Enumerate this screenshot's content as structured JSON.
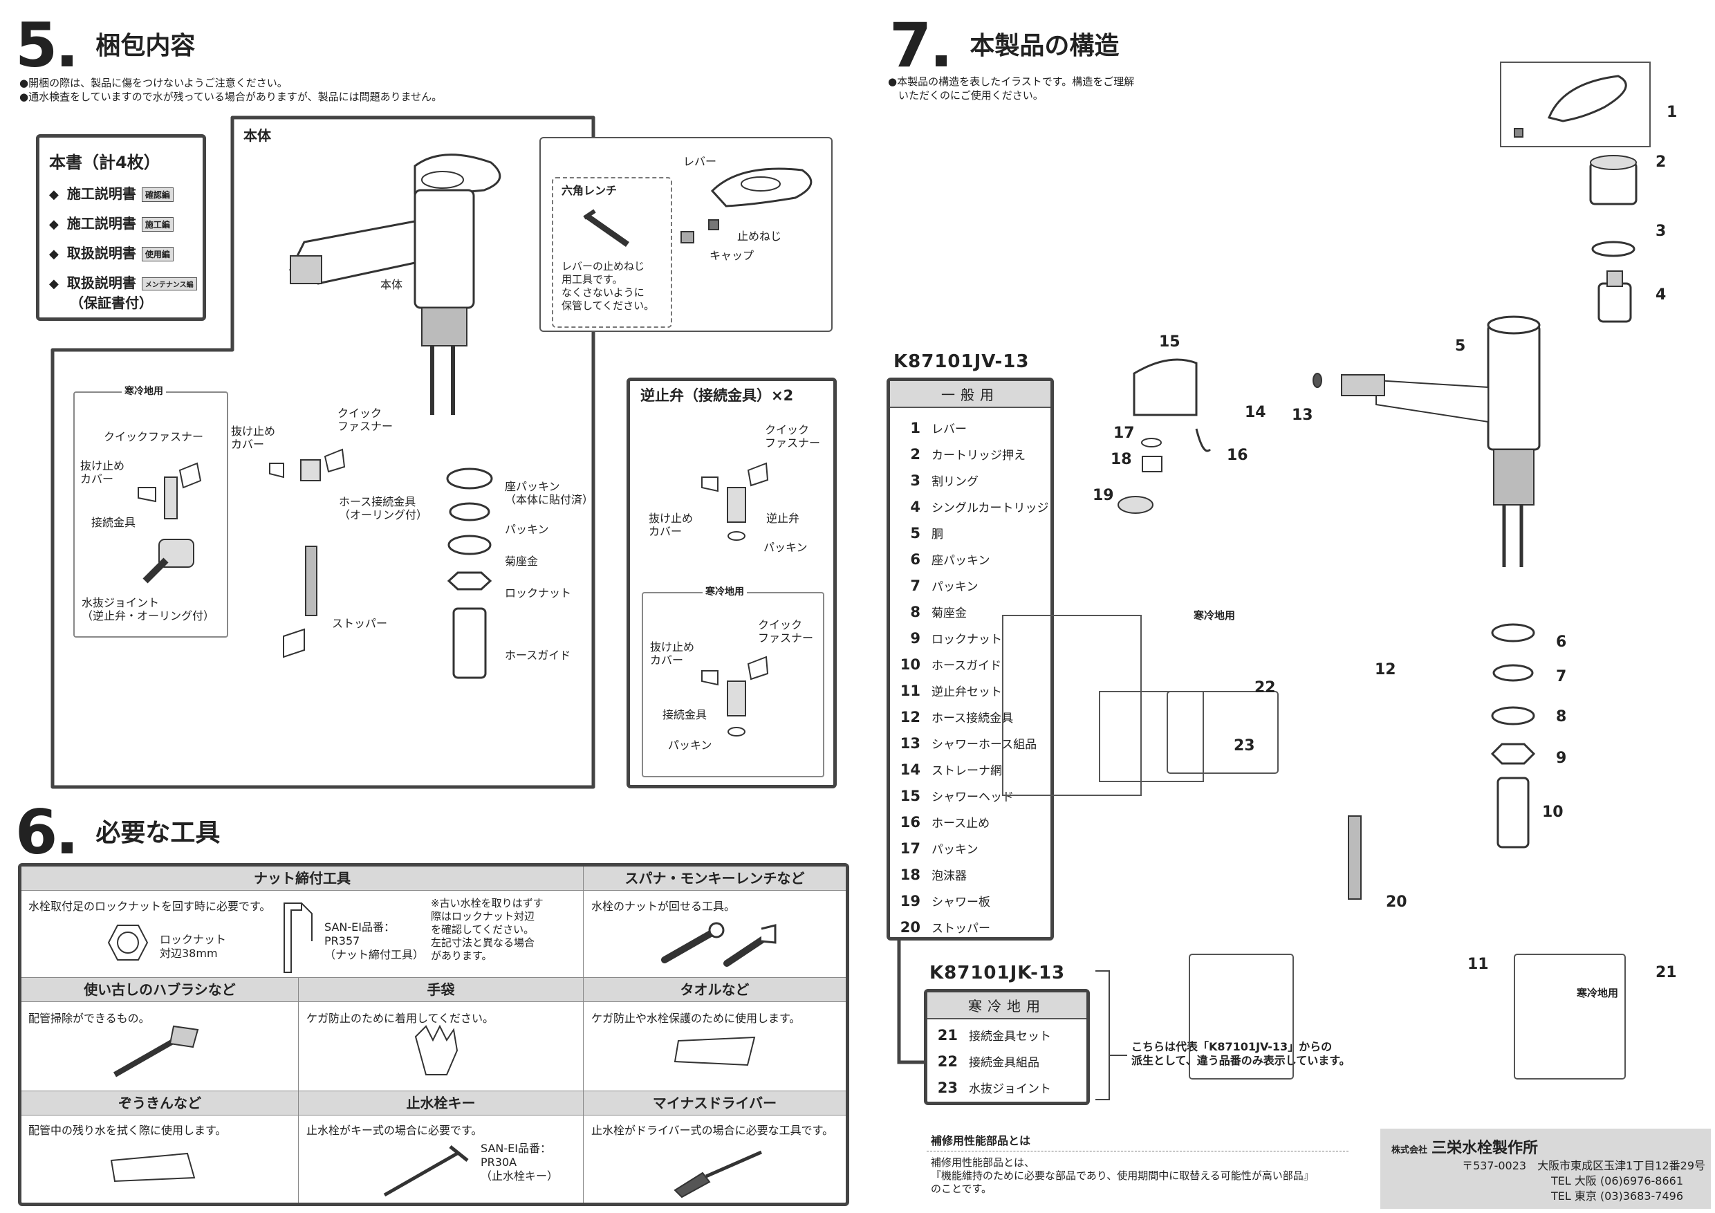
{
  "sec5": {
    "num": "5",
    "title": "梱包内容",
    "notes": [
      "●開梱の際は、製品に傷をつけないようご注意ください。",
      "●通水検査をしていますので水が残っている場合がありますが、製品には問題ありません。"
    ],
    "docs": {
      "title": "本書（計4枚）",
      "items": [
        {
          "label": "施工説明書",
          "tag": "確認編"
        },
        {
          "label": "施工説明書",
          "tag": "施工編"
        },
        {
          "label": "取扱説明書",
          "tag": "使用編"
        },
        {
          "label": "取扱説明書",
          "tag": "メンテナンス編"
        }
      ],
      "warranty": "（保証書付）",
      "bullet": "◆"
    },
    "main_label": "本体",
    "body_label": "本体",
    "lever_label": "レバー",
    "wrench_title": "六角レンチ",
    "wrench_note": [
      "レバーの止めねじ",
      "用工具です。",
      "なくさないように",
      "保管してください。"
    ],
    "set_screw": "止めねじ",
    "cap": "キャップ",
    "cold_label": "寒冷地用",
    "quick_fastener": "クイックファスナー",
    "quick_fastener2": [
      "クイック",
      "ファスナー"
    ],
    "stop_cover": [
      "抜け止め",
      "カバー"
    ],
    "connector": "接続金具",
    "drain_joint": [
      "水抜ジョイント",
      "（逆止弁・オーリング付）"
    ],
    "hose_fitting": [
      "ホース接続金具",
      "（オーリング付）"
    ],
    "stopper": "ストッパー",
    "seat_packing": [
      "座パッキン",
      "（本体に貼付済）"
    ],
    "packing": "パッキン",
    "washer": "菊座金",
    "locknut": "ロックナット",
    "hose_guide": "ホースガイド",
    "check_valve": {
      "title": "逆止弁（接続金具）×2",
      "quick": [
        "クイック",
        "ファスナー"
      ],
      "cover": [
        "抜け止め",
        "カバー"
      ],
      "valve": "逆止弁",
      "packing": "パッキン",
      "cold": "寒冷地用",
      "connector": "接続金具"
    }
  },
  "sec6": {
    "num": "6",
    "title": "必要な工具",
    "cells": [
      {
        "head": "ナット締付工具",
        "desc": "水栓取付足のロックナットを回す時に必要です。"
      },
      {
        "head": "スパナ・モンキーレンチなど",
        "desc": "水栓のナットが回せる工具。"
      },
      {
        "head": "使い古しのハブラシなど",
        "desc": "配管掃除ができるもの。"
      },
      {
        "head": "手袋",
        "desc": "ケガ防止のために着用してください。"
      },
      {
        "head": "タオルなど",
        "desc": "ケガ防止や水栓保護のために使用します。"
      },
      {
        "head": "ぞうきんなど",
        "desc": "配管中の残り水を拭く際に使用します。"
      },
      {
        "head": "止水栓キー",
        "desc": "止水栓がキー式の場合に必要です。"
      },
      {
        "head": "マイナスドライバー",
        "desc": "止水栓がドライバー式の場合に必要な工具です。"
      }
    ],
    "locknut": [
      "ロックナット",
      "対辺38mm"
    ],
    "sanei1": [
      "SAN-EI品番：",
      "PR357",
      "（ナット締付工具）"
    ],
    "old_note": [
      "※古い水栓を取りはずす",
      "際はロックナット対辺",
      "を確認してください。",
      "左記寸法と異なる場合",
      "があります。"
    ],
    "sanei2": [
      "SAN-EI品番：",
      "PR30A",
      "（止水栓キー）"
    ]
  },
  "sec7": {
    "num": "7",
    "title": "本製品の構造",
    "notes": [
      "●本製品の構造を表したイラストです。構造をご理解",
      "　いただくのにご使用ください。"
    ],
    "model1": "K87101JV-13",
    "list1_head": "一般用",
    "list1": [
      {
        "n": "1",
        "name": "レバー"
      },
      {
        "n": "2",
        "name": "カートリッジ押え"
      },
      {
        "n": "3",
        "name": "割リング"
      },
      {
        "n": "4",
        "name": "シングルカートリッジ"
      },
      {
        "n": "5",
        "name": "胴"
      },
      {
        "n": "6",
        "name": "座パッキン"
      },
      {
        "n": "7",
        "name": "パッキン"
      },
      {
        "n": "8",
        "name": "菊座金"
      },
      {
        "n": "9",
        "name": "ロックナット"
      },
      {
        "n": "10",
        "name": "ホースガイド"
      },
      {
        "n": "11",
        "name": "逆止弁セット"
      },
      {
        "n": "12",
        "name": "ホース接続金具"
      },
      {
        "n": "13",
        "name": "シャワーホース組品"
      },
      {
        "n": "14",
        "name": "ストレーナ網"
      },
      {
        "n": "15",
        "name": "シャワーヘッド"
      },
      {
        "n": "16",
        "name": "ホース止め"
      },
      {
        "n": "17",
        "name": "パッキン"
      },
      {
        "n": "18",
        "name": "泡沫器"
      },
      {
        "n": "19",
        "name": "シャワー板"
      },
      {
        "n": "20",
        "name": "ストッパー"
      }
    ],
    "model2": "K87101JK-13",
    "list2_head": "寒冷地用",
    "list2": [
      {
        "n": "21",
        "name": "接続金具セット"
      },
      {
        "n": "22",
        "name": "接続金具組品"
      },
      {
        "n": "23",
        "name": "水抜ジョイント"
      }
    ],
    "derive_note": [
      "こちらは代表「K87101JV-13」からの",
      "派生として、違う品番のみ表示しています。"
    ],
    "cold_label": "寒冷地用",
    "cold_label2": "寒冷地用",
    "part_nums": [
      "1",
      "2",
      "3",
      "4",
      "5",
      "6",
      "7",
      "8",
      "9",
      "10",
      "11",
      "12",
      "13",
      "14",
      "15",
      "16",
      "17",
      "18",
      "19",
      "20",
      "21",
      "22",
      "23"
    ],
    "repair_title": "補修用性能部品とは",
    "repair_text": [
      "補修用性能部品とは、",
      "『機能維持のために必要な部品であり、使用期間中に取替える可能性が高い部品』",
      "のことです。"
    ],
    "company": {
      "prefix": "株式会社",
      "name": "三栄水栓製作所",
      "address": "〒537-0023　大阪市東成区玉津1丁目12番29号",
      "tel1": "TEL 大阪 (06)6976-8661",
      "tel2": "TEL 東京 (03)3683-7496"
    }
  }
}
